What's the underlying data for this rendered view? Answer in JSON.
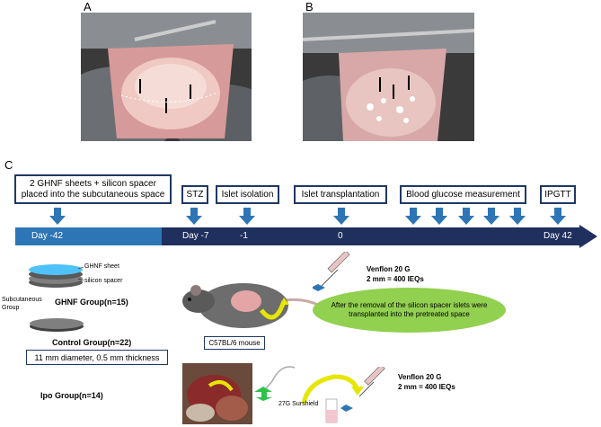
{
  "panels": {
    "a": "A",
    "b": "B",
    "c": "C"
  },
  "boxes": {
    "sheets": "2 GHNF sheets + silicon spacer placed into the subcutaneous space",
    "stz": "STZ",
    "islet_isolation": "Islet isolation",
    "islet_transplantation": "Islet transplantation",
    "blood_glucose": "Blood glucose measurement",
    "ipgtt": "IPGTT"
  },
  "timeline": {
    "day_m42": "Day -42",
    "day_m7": "Day -7",
    "m1": "-1",
    "zero": "0",
    "day_42": "Day 42"
  },
  "legend": {
    "ghnf_sheet": "GHNF sheet",
    "silicon_spacer": "silicon spacer"
  },
  "groups": {
    "subcutaneous": "Subcutaneous Group",
    "ghnf": "GHNF Group(n=15)",
    "control": "Control Group(n=22)",
    "ipo": "Ipo Group(n=14)"
  },
  "size_box": "11 mm diameter, 0.5 mm thickness",
  "mouse_label": "C57BL/6 mouse",
  "venflon": {
    "title": "Venflon 20 G",
    "ratio": "2 mm = 400 IEQs"
  },
  "ellipse_text": "After the removal of the silicon spacer islets were transplanted into the pretreated space",
  "surshield": "27G Surshield",
  "colors": {
    "timeline_dark": "#1f2f5e",
    "timeline_light": "#2e75b6",
    "arrow_blue": "#2e75b6",
    "ellipse_green": "#92d050"
  }
}
